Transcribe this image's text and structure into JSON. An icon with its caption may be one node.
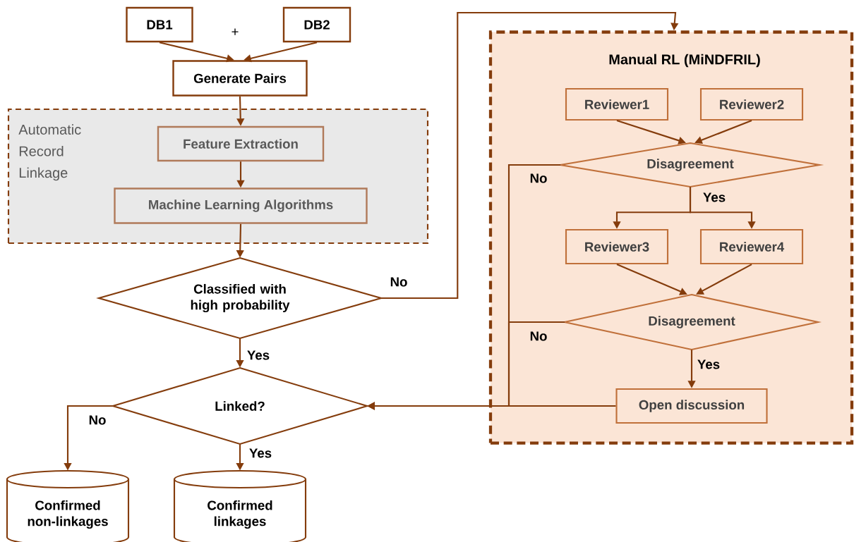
{
  "diagram": {
    "nodes": [
      {
        "text": [
          "DB1"
        ]
      },
      {
        "text": [
          "DB2"
        ]
      },
      {
        "text": [
          "Generate Pairs"
        ]
      },
      {
        "text": [
          "Automatic Record Linkage"
        ]
      },
      {
        "text": [
          "Feature Extraction"
        ],
        "in": 3
      },
      {
        "text": [
          "Machine Learning Algorithms"
        ],
        "in": 3
      },
      {
        "text": [
          "Classified with high probability"
        ]
      },
      {
        "text": [
          "Linked?"
        ]
      },
      {
        "text": [
          "Confirmed non-linkages"
        ]
      },
      {
        "text": [
          "Confirmed linkages"
        ]
      },
      {
        "text": [
          "Manual RL (MiNDFRIL)"
        ]
      },
      {
        "text": [
          "Reviewer1"
        ],
        "in": 10
      },
      {
        "text": [
          "Reviewer2"
        ],
        "in": 10
      },
      {
        "text": [
          "Disagreement"
        ],
        "in": 10
      },
      {
        "text": [
          "Reviewer3"
        ],
        "in": 10
      },
      {
        "text": [
          "Reviewer4"
        ],
        "in": 10
      },
      {
        "text": [
          "Disagreement"
        ],
        "in": 10
      },
      {
        "text": [
          "Open discussion"
        ],
        "in": 10
      }
    ],
    "edges": [
      {
        "from": 0,
        "to": 2,
        "arrow": "to"
      },
      {
        "from": 1,
        "to": 2,
        "arrow": "to"
      },
      {
        "from": 2,
        "to": 4,
        "arrow": "to"
      },
      {
        "from": 4,
        "to": 5,
        "arrow": "to"
      },
      {
        "from": 5,
        "to": 6,
        "arrow": "to"
      },
      {
        "from": 6,
        "to": 10,
        "arrow": "to",
        "label": "No"
      },
      {
        "from": 6,
        "to": 7,
        "arrow": "to",
        "label": "Yes"
      },
      {
        "from": 7,
        "to": 8,
        "arrow": "to",
        "label": "No"
      },
      {
        "from": 7,
        "to": 9,
        "arrow": "to",
        "label": "Yes"
      },
      {
        "from": 11,
        "to": 13,
        "arrow": "to"
      },
      {
        "from": 12,
        "to": 13,
        "arrow": "to"
      },
      {
        "from": 13,
        "to": 14,
        "arrow": "to",
        "label": "Yes"
      },
      {
        "from": 13,
        "to": 15,
        "arrow": "to"
      },
      {
        "from": 14,
        "to": 16,
        "arrow": "to"
      },
      {
        "from": 15,
        "to": 16,
        "arrow": "to"
      },
      {
        "from": 16,
        "to": 17,
        "arrow": "to",
        "label": "Yes"
      },
      {
        "from": 13,
        "to": 7,
        "arrow": "to",
        "label": "No"
      },
      {
        "from": 16,
        "to": 7,
        "arrow": "to",
        "label": "No"
      },
      {
        "from": 17,
        "to": 7,
        "arrow": "to"
      }
    ],
    "labels": [
      "+"
    ]
  }
}
